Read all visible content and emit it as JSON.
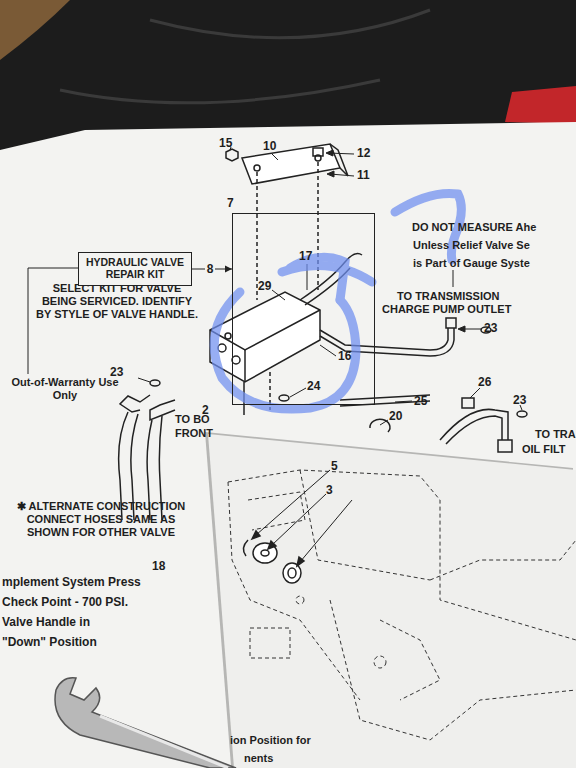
{
  "diagram": {
    "nodes": [
      {
        "text": [
          "HYDRAULIC VALVE REPAIR KIT"
        ]
      },
      {
        "text": [
          "7"
        ]
      }
    ],
    "edges": [
      {
        "from": 0,
        "to": 1,
        "arrow": "to",
        "label": "8"
      }
    ],
    "labels": [
      "15",
      "10",
      "12",
      "11",
      "DO NOT MEASURE Ahe",
      "Unless Relief Valve Se",
      "is Part of Gauge Syste",
      "17",
      "29",
      "TO TRANSMISSION",
      "CHARGE PUMP OUTLET",
      "23",
      "SELECT KIT FOR VALVE BEING SERVICED. IDENTIFY BY STYLE OF VALVE HANDLE.",
      "16",
      "Out-of-Warranty Use Only",
      "23",
      "24",
      "2",
      "TO BO",
      "FRONT",
      "25",
      "26",
      "23",
      "20",
      "TO TRA",
      "OIL FILT",
      "5",
      "3",
      "✱ ALTERNATE CONSTRUCTION CONNECT HOSES SAME AS SHOWN FOR OTHER VALVE",
      "18",
      "mplement System Press",
      "Check Point - 700 PSI.",
      "Valve Handle in",
      "\"Down\" Position",
      "ion Position for",
      "nents"
    ]
  }
}
